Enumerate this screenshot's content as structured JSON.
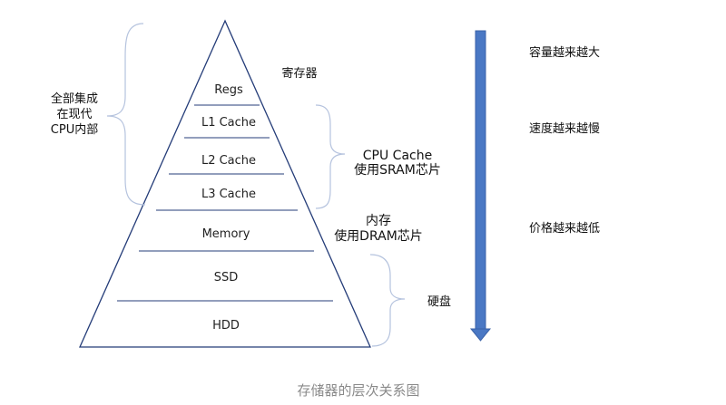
{
  "layers": [
    {
      "label": "Regs"
    },
    {
      "label": "L1 Cache"
    },
    {
      "label": "L2 Cache"
    },
    {
      "label": "L3 Cache"
    },
    {
      "label": "Memory"
    },
    {
      "label": "SSD"
    },
    {
      "label": "HDD"
    }
  ],
  "annotations": {
    "left_group": [
      "全部集成",
      "在现代",
      "CPU内部"
    ],
    "registers": "寄存器",
    "cpu_cache": [
      "CPU Cache",
      "使用SRAM芯片"
    ],
    "memory": [
      "内存",
      "使用DRAM芯片"
    ],
    "disk": "硬盘"
  },
  "trends": {
    "capacity": "容量越来越大",
    "speed": "速度越来越慢",
    "price": "价格越来越低"
  },
  "caption": "存储器的层次关系图",
  "colors": {
    "pyramid_stroke": "#243c78",
    "brace": "#b5c3de",
    "arrow": "#4a78c4",
    "arrow_border": "#3a62a8",
    "caption": "#8a8a8a"
  }
}
